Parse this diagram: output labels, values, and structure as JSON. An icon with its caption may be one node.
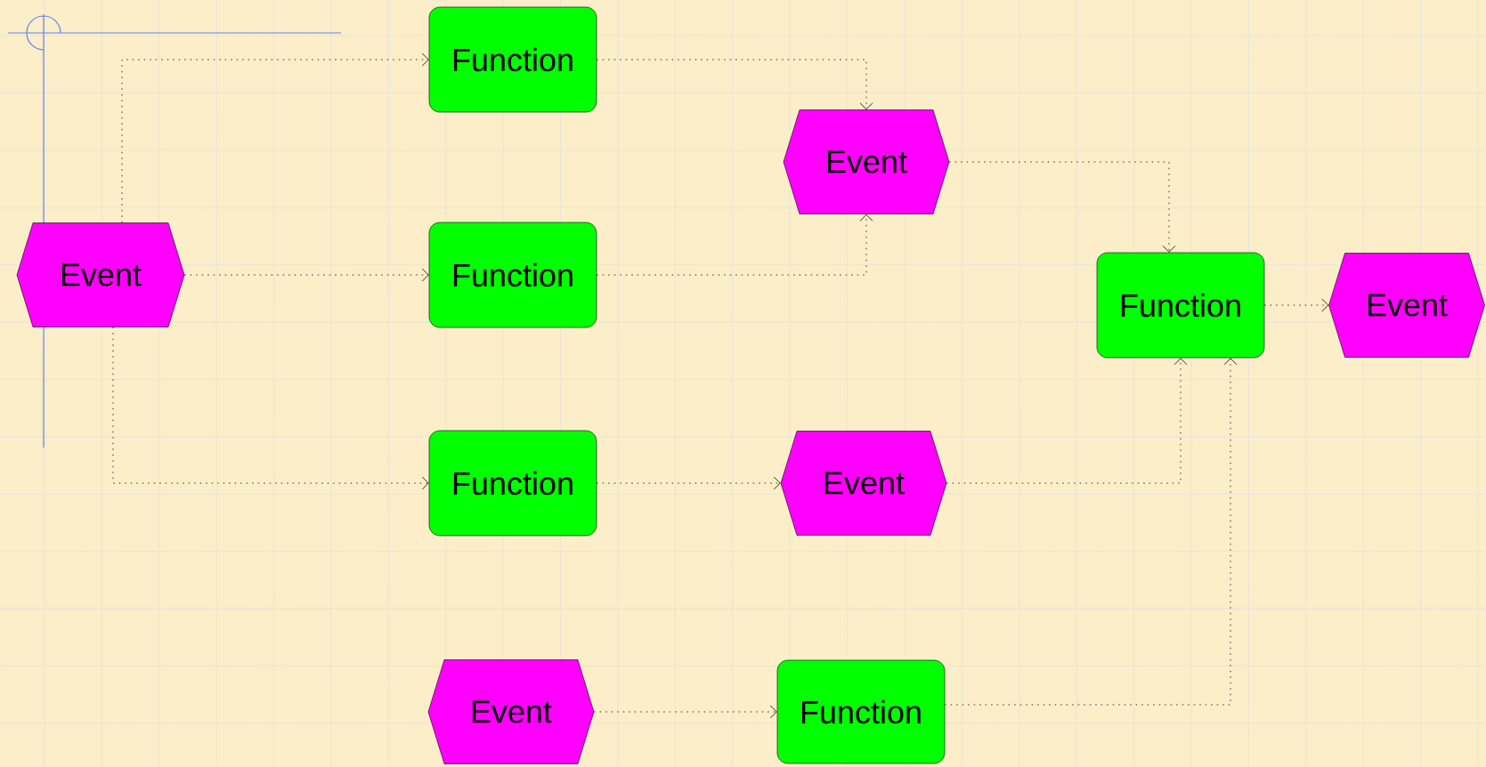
{
  "diagram": {
    "nodes": [
      {
        "text": [
          "Function"
        ]
      },
      {
        "text": [
          "Event"
        ]
      },
      {
        "text": [
          "Event"
        ]
      },
      {
        "text": [
          "Function"
        ]
      },
      {
        "text": [
          "Function"
        ]
      },
      {
        "text": [
          "Event"
        ]
      },
      {
        "text": [
          "Function"
        ]
      },
      {
        "text": [
          "Event"
        ]
      },
      {
        "text": [
          "Event"
        ]
      },
      {
        "text": [
          "Function"
        ]
      }
    ],
    "edges": [
      {
        "from": 2,
        "to": 0,
        "arrow": "to"
      },
      {
        "from": 2,
        "to": 3,
        "arrow": "to"
      },
      {
        "from": 2,
        "to": 6,
        "arrow": "to"
      },
      {
        "from": 0,
        "to": 1,
        "arrow": "to"
      },
      {
        "from": 3,
        "to": 1,
        "arrow": "to"
      },
      {
        "from": 1,
        "to": 4,
        "arrow": "to"
      },
      {
        "from": 6,
        "to": 7,
        "arrow": "to"
      },
      {
        "from": 7,
        "to": 4,
        "arrow": "to"
      },
      {
        "from": 8,
        "to": 9,
        "arrow": "to"
      },
      {
        "from": 9,
        "to": 4,
        "arrow": "to"
      },
      {
        "from": 4,
        "to": 5,
        "arrow": "to"
      }
    ]
  }
}
